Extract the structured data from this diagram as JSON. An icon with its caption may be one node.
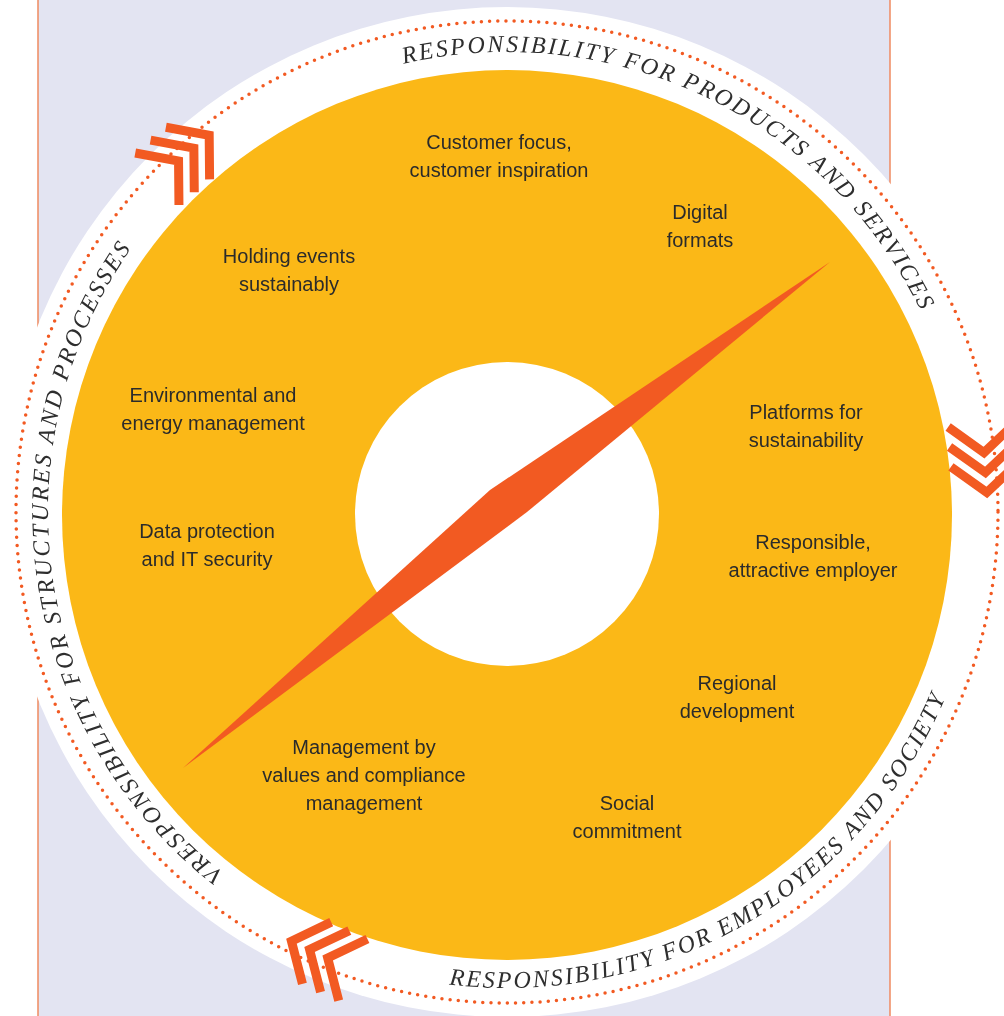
{
  "diagram": {
    "labels": [
      "RESPONSIBILITY FOR PRODUCTS AND SERVICES",
      "Customer focus, customer inspiration",
      "Digital formats",
      "Holding events sustainably",
      "VRESPONSIBILITY FOR STRUCTURES AND PROCESSES",
      "Environmental and energy management",
      "Platforms for sustainability",
      "Data protection and IT security",
      "Responsible, attractive employer",
      "Regional development",
      "Management by values and compliance management",
      "Social commitment",
      "RESPONSIBILITY FOR EMPLOYEES AND SOCIETY"
    ]
  }
}
